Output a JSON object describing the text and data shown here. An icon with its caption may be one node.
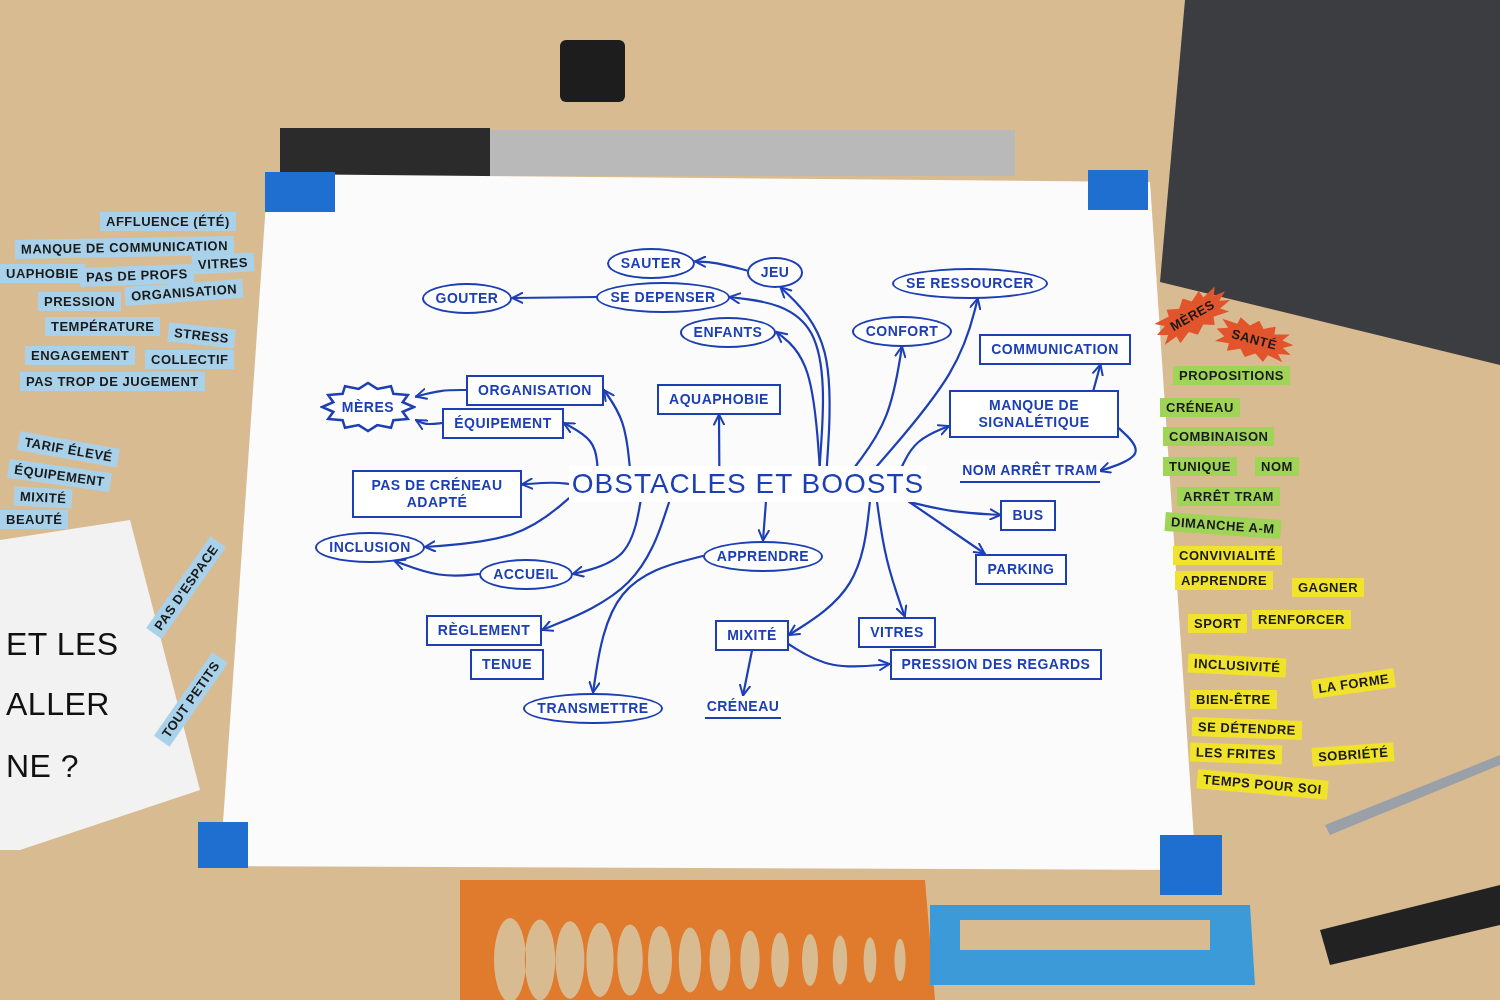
{
  "diagram": {
    "nodes": [
      {
        "text": [
          "OBSTACLES ET BOOSTS"
        ]
      },
      {
        "text": [
          "GOUTER"
        ]
      },
      {
        "text": [
          "SAUTER"
        ]
      },
      {
        "text": [
          "JEU"
        ]
      },
      {
        "text": [
          "SE DEPENSER"
        ]
      },
      {
        "text": [
          "ENFANTS"
        ]
      },
      {
        "text": [
          "SE RESSOURCER"
        ]
      },
      {
        "text": [
          "CONFORT"
        ]
      },
      {
        "text": [
          "COMMUNICATION"
        ]
      },
      {
        "text": [
          "MÈRES"
        ]
      },
      {
        "text": [
          "ORGANISATION"
        ]
      },
      {
        "text": [
          "ÉQUIPEMENT"
        ]
      },
      {
        "text": [
          "AQUAPHOBIE"
        ]
      },
      {
        "text": [
          "MANQUE DE SIGNALÉTIQUE"
        ]
      },
      {
        "text": [
          "NOM ARRÊT TRAM"
        ]
      },
      {
        "text": [
          "PAS DE CRÉNEAU ADAPTÉ"
        ]
      },
      {
        "text": [
          "BUS"
        ]
      },
      {
        "text": [
          "INCLUSION"
        ]
      },
      {
        "text": [
          "ACCUEIL"
        ]
      },
      {
        "text": [
          "APPRENDRE"
        ]
      },
      {
        "text": [
          "PARKING"
        ]
      },
      {
        "text": [
          "RÈGLEMENT"
        ]
      },
      {
        "text": [
          "TENUE"
        ]
      },
      {
        "text": [
          "MIXITÉ"
        ]
      },
      {
        "text": [
          "VITRES"
        ]
      },
      {
        "text": [
          "PRESSION DES REGARDS"
        ]
      },
      {
        "text": [
          "TRANSMETTRE"
        ]
      },
      {
        "text": [
          "CRÉNEAU"
        ]
      }
    ],
    "edges": [
      {
        "from": 0,
        "to": 10,
        "arrow": "to"
      },
      {
        "from": 0,
        "to": 11,
        "arrow": "to"
      },
      {
        "from": 10,
        "to": 9,
        "arrow": "to"
      },
      {
        "from": 11,
        "to": 9,
        "arrow": "to"
      },
      {
        "from": 0,
        "to": 12,
        "arrow": "to"
      },
      {
        "from": 0,
        "to": 5,
        "arrow": "to"
      },
      {
        "from": 0,
        "to": 4,
        "arrow": "to"
      },
      {
        "from": 0,
        "to": 3,
        "arrow": "to"
      },
      {
        "from": 3,
        "to": 2,
        "arrow": "to"
      },
      {
        "from": 4,
        "to": 1,
        "arrow": "to"
      },
      {
        "from": 0,
        "to": 7,
        "arrow": "to"
      },
      {
        "from": 0,
        "to": 6,
        "arrow": "to"
      },
      {
        "from": 0,
        "to": 13,
        "arrow": "to"
      },
      {
        "from": 13,
        "to": 8,
        "arrow": "to"
      },
      {
        "from": 13,
        "to": 14,
        "arrow": "to"
      },
      {
        "from": 0,
        "to": 15,
        "arrow": "to"
      },
      {
        "from": 0,
        "to": 17,
        "arrow": "to"
      },
      {
        "from": 0,
        "to": 18,
        "arrow": "to"
      },
      {
        "from": 18,
        "to": 17,
        "arrow": "to"
      },
      {
        "from": 0,
        "to": 21,
        "arrow": "to"
      },
      {
        "from": 0,
        "to": 19,
        "arrow": "to"
      },
      {
        "from": 19,
        "to": 26,
        "arrow": "to"
      },
      {
        "from": 0,
        "to": 16,
        "arrow": "to"
      },
      {
        "from": 0,
        "to": 20,
        "arrow": "to"
      },
      {
        "from": 0,
        "to": 23,
        "arrow": "to"
      },
      {
        "from": 0,
        "to": 24,
        "arrow": "to"
      },
      {
        "from": 23,
        "to": 27,
        "arrow": "to"
      },
      {
        "from": 23,
        "to": 25,
        "arrow": "to"
      }
    ],
    "labels": [
      "AFFLUENCE (ÉTÉ)",
      "MANQUE DE COMMUNICATION",
      "UAPHOBIE",
      "PAS DE PROFS",
      "VITRES",
      "PRESSION",
      "ORGANISATION",
      "TEMPÉRATURE",
      "STRESS",
      "ENGAGEMENT",
      "COLLECTIF",
      "PAS TROP DE JUGEMENT",
      "TARIF ÉLEVÉ",
      "ÉQUIPEMENT",
      "MIXITÉ",
      "BEAUTÉ",
      "PAS D'ESPACE",
      "TOUT PETITS",
      "ET LES",
      "ALLER",
      "NE ?",
      "MÈRES",
      "SANTÉ",
      "PROPOSITIONS",
      "CRÉNEAU",
      "COMBINAISON",
      "TUNIQUE",
      "NOM",
      "ARRÊT TRAM",
      "DIMANCHE A-M",
      "CONVIVIALITÉ",
      "APPRENDRE",
      "GAGNER",
      "SPORT",
      "RENFORCER",
      "INCLUSIVITÉ",
      "LA FORME",
      "BIEN-ÊTRE",
      "SE DÉTENDRE",
      "LES FRITES",
      "SOBRIÉTÉ",
      "TEMPS POUR SOI"
    ]
  }
}
